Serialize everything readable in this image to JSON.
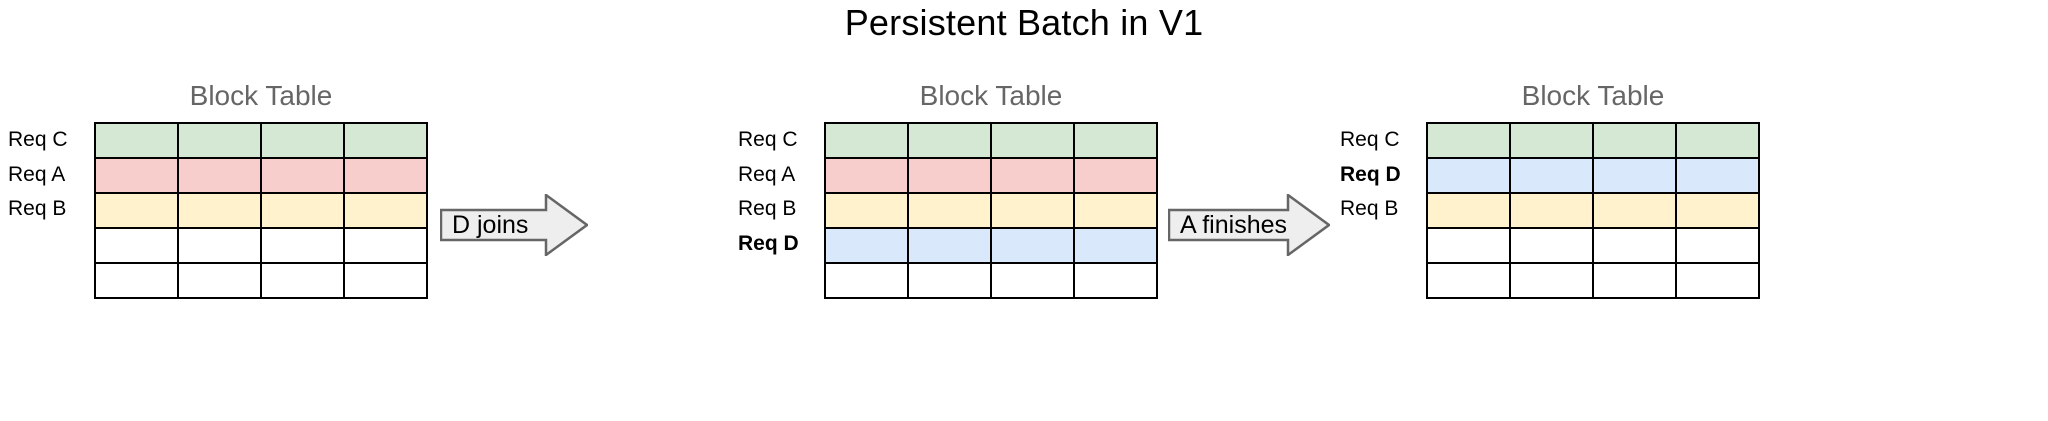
{
  "title": "Persistent Batch in V1",
  "colors": {
    "green": "#d5e8d4",
    "red": "#f8cecc",
    "yellow": "#fff2cc",
    "blue": "#dae8fc",
    "empty": "#ffffff",
    "border": "#000000",
    "arrow_fill": "#eeeeee",
    "arrow_stroke": "#666666",
    "caption": "#666666"
  },
  "grid": {
    "columns": 4,
    "rows": 5
  },
  "panels": [
    {
      "caption": "Block Table",
      "rows": [
        {
          "label": "Req C",
          "bold": false,
          "color": "green",
          "cells": [
            "green",
            "green",
            "green",
            "green"
          ]
        },
        {
          "label": "Req A",
          "bold": false,
          "color": "red",
          "cells": [
            "red",
            "red",
            "red",
            "red"
          ]
        },
        {
          "label": "Req B",
          "bold": false,
          "color": "yellow",
          "cells": [
            "yellow",
            "yellow",
            "yellow",
            "yellow"
          ]
        },
        {
          "label": "",
          "bold": false,
          "color": "empty",
          "cells": [
            "empty",
            "empty",
            "empty",
            "empty"
          ]
        },
        {
          "label": "",
          "bold": false,
          "color": "empty",
          "cells": [
            "empty",
            "empty",
            "empty",
            "empty"
          ]
        }
      ]
    },
    {
      "caption": "Block Table",
      "rows": [
        {
          "label": "Req C",
          "bold": false,
          "color": "green",
          "cells": [
            "green",
            "green",
            "green",
            "green"
          ]
        },
        {
          "label": "Req A",
          "bold": false,
          "color": "red",
          "cells": [
            "red",
            "red",
            "red",
            "red"
          ]
        },
        {
          "label": "Req B",
          "bold": false,
          "color": "yellow",
          "cells": [
            "yellow",
            "yellow",
            "yellow",
            "yellow"
          ]
        },
        {
          "label": "Req D",
          "bold": true,
          "color": "blue",
          "cells": [
            "blue",
            "blue",
            "blue",
            "blue"
          ]
        },
        {
          "label": "",
          "bold": false,
          "color": "empty",
          "cells": [
            "empty",
            "empty",
            "empty",
            "empty"
          ]
        }
      ]
    },
    {
      "caption": "Block Table",
      "rows": [
        {
          "label": "Req C",
          "bold": false,
          "color": "green",
          "cells": [
            "green",
            "green",
            "green",
            "green"
          ]
        },
        {
          "label": "Req D",
          "bold": true,
          "color": "blue",
          "cells": [
            "blue",
            "blue",
            "blue",
            "blue"
          ]
        },
        {
          "label": "Req B",
          "bold": false,
          "color": "yellow",
          "cells": [
            "yellow",
            "yellow",
            "yellow",
            "yellow"
          ]
        },
        {
          "label": "",
          "bold": false,
          "color": "empty",
          "cells": [
            "empty",
            "empty",
            "empty",
            "empty"
          ]
        },
        {
          "label": "",
          "bold": false,
          "color": "empty",
          "cells": [
            "empty",
            "empty",
            "empty",
            "empty"
          ]
        }
      ]
    }
  ],
  "arrows": [
    {
      "label": "D joins"
    },
    {
      "label": "A finishes"
    }
  ]
}
